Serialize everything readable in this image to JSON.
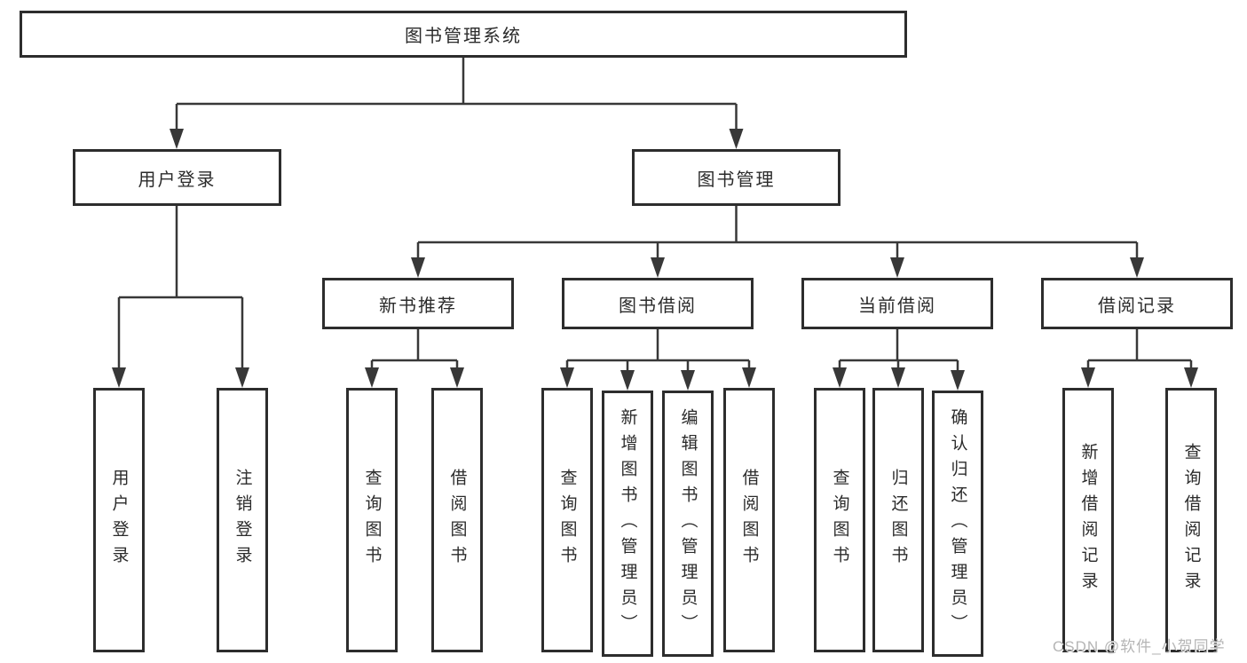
{
  "diagram": {
    "root": {
      "label": "图书管理系统"
    },
    "level2": [
      {
        "label": "用户登录"
      },
      {
        "label": "图书管理"
      }
    ],
    "level3": [
      {
        "label": "新书推荐",
        "parent": "图书管理"
      },
      {
        "label": "图书借阅",
        "parent": "图书管理"
      },
      {
        "label": "当前借阅",
        "parent": "图书管理"
      },
      {
        "label": "借阅记录",
        "parent": "图书管理"
      }
    ],
    "leaves": [
      {
        "label": "用户登录",
        "parent": "用户登录"
      },
      {
        "label": "注销登录",
        "parent": "用户登录"
      },
      {
        "label": "查询图书",
        "parent": "新书推荐"
      },
      {
        "label": "借阅图书",
        "parent": "新书推荐"
      },
      {
        "label": "查询图书",
        "parent": "图书借阅"
      },
      {
        "label": "新增图书（管理员）",
        "parent": "图书借阅"
      },
      {
        "label": "编辑图书（管理员）",
        "parent": "图书借阅"
      },
      {
        "label": "借阅图书",
        "parent": "图书借阅"
      },
      {
        "label": "查询图书",
        "parent": "当前借阅"
      },
      {
        "label": "归还图书",
        "parent": "当前借阅"
      },
      {
        "label": "确认归还（管理员）",
        "parent": "当前借阅"
      },
      {
        "label": "新增借阅记录",
        "parent": "借阅记录"
      },
      {
        "label": "查询借阅记录",
        "parent": "借阅记录"
      }
    ]
  },
  "watermark": {
    "text": "CSDN @软件_小贺同学"
  },
  "colors": {
    "background": "#ffffff",
    "line": "#383838",
    "box_border": "#2d2d2d",
    "box_fill": "#ffffff",
    "text": "#2b2b2b",
    "watermark": "#b5b5b5"
  }
}
